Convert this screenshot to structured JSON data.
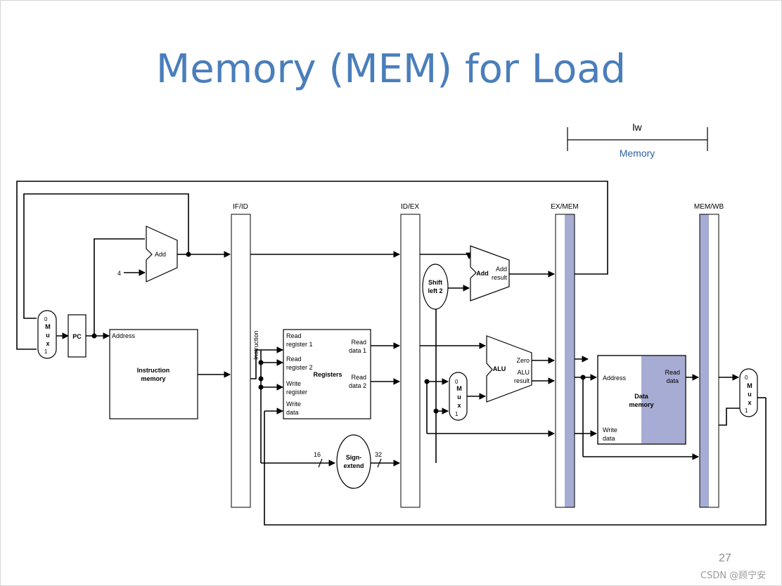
{
  "slide": {
    "title": "Memory (MEM) for Load",
    "page_number": "27",
    "watermark": "CSDN @顾宁安"
  },
  "stage_bar": {
    "instruction": "lw",
    "stage": "Memory",
    "stage_color": "#2e5fa8"
  },
  "pipeline_registers": [
    "IF/ID",
    "ID/EX",
    "EX/MEM",
    "MEM/WB"
  ],
  "blocks": {
    "pc": "PC",
    "mux_label": "M\nu\nx",
    "mux_in0": "0",
    "mux_in1": "1",
    "pc_add": "Add",
    "const_four": "4",
    "imem_address": "Address",
    "imem_line1": "Instruction",
    "imem_line2": "memory",
    "instruction": "Instruction",
    "reg_read1_line1": "Read",
    "reg_read1_line2": "register 1",
    "reg_read2_line1": "Read",
    "reg_read2_line2": "register 2",
    "reg_write_line1": "Write",
    "reg_write_line2": "register",
    "reg_wdata_line1": "Write",
    "reg_wdata_line2": "data",
    "registers": "Registers",
    "rdata1_line1": "Read",
    "rdata1_line2": "data 1",
    "rdata2_line1": "Read",
    "rdata2_line2": "data 2",
    "sign_line1": "Sign-",
    "sign_line2": "extend",
    "bits_in": "16",
    "bits_out": "32",
    "shift_line1": "Shift",
    "shift_line2": "left 2",
    "br_add": "Add",
    "br_add_result_line1": "Add",
    "br_add_result_line2": "result",
    "alu": "ALU",
    "alu_zero": "Zero",
    "alu_result_line1": "ALU",
    "alu_result_line2": "result",
    "dmem_address": "Address",
    "dmem_read_line1": "Read",
    "dmem_read_line2": "data",
    "dmem_line1": "Data",
    "dmem_line2": "memory",
    "dmem_wdata_line1": "Write",
    "dmem_wdata_line2": "data"
  },
  "colors": {
    "title": "#4a7ebb",
    "highlight": "#a6acd3",
    "line": "#000000"
  }
}
